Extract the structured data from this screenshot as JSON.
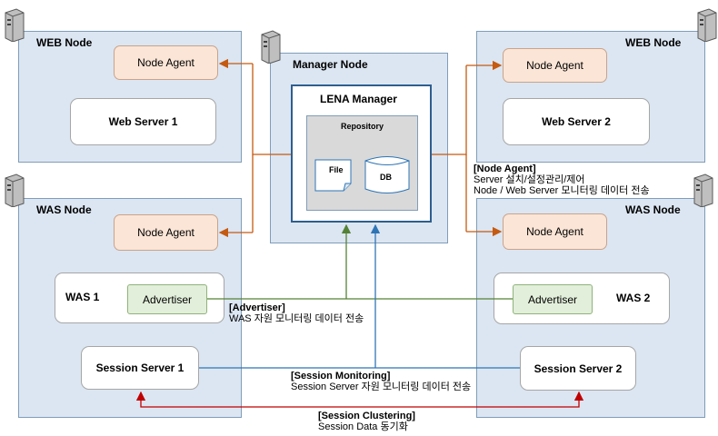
{
  "nodes": {
    "web_left": "WEB Node",
    "web_right": "WEB Node",
    "manager": "Manager Node",
    "was_left": "WAS Node",
    "was_right": "WAS Node"
  },
  "boxes": {
    "node_agent": "Node Agent",
    "web_server_1": "Web Server 1",
    "web_server_2": "Web Server 2",
    "lena_manager": "LENA Manager",
    "repository": "Repository",
    "file": "File",
    "db": "DB",
    "was_1": "WAS 1",
    "was_2": "WAS 2",
    "advertiser": "Advertiser",
    "session_server_1": "Session Server 1",
    "session_server_2": "Session Server 2"
  },
  "labels": {
    "node_agent_title": "[Node Agent]",
    "node_agent_line1": "Server 설치/설정관리/제어",
    "node_agent_line2": "Node / Web Server 모니터링 데이터 전송",
    "advertiser_title": "[Advertiser]",
    "advertiser_line1": "WAS 자원 모니터링 데이터 전송",
    "session_monitoring_title": "[Session Monitoring]",
    "session_monitoring_line1": "Session Server 자원 모니터링 데이터 전송",
    "session_clustering_title": "[Session Clustering]",
    "session_clustering_line1": "Session Data 동기화"
  },
  "colors": {
    "node_fill": "#dce6f2",
    "agent_line": "#c55a11",
    "advertiser_line": "#548235",
    "monitoring_line": "#2e75b6",
    "clustering_line": "#c00000"
  },
  "icons": [
    "server-tower-icon"
  ]
}
